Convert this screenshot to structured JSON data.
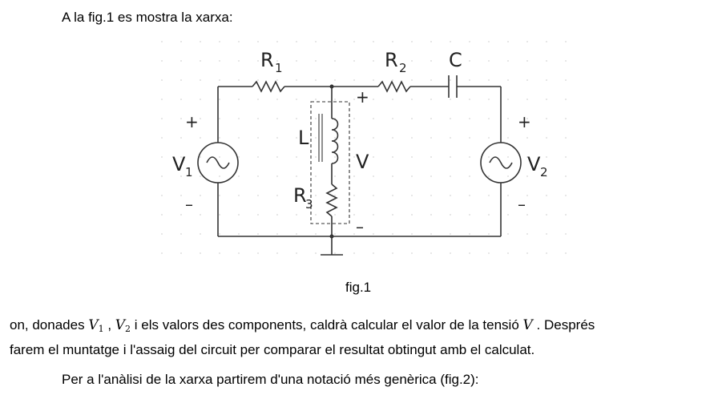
{
  "intro": "A la fig.1 es mostra la xarxa:",
  "figure": {
    "caption": "fig.1",
    "labels": {
      "r1": "R",
      "r1_sub": "1",
      "r2": "R",
      "r2_sub": "2",
      "c": "C",
      "l": "L",
      "r3": "R",
      "r3_sub": "3",
      "v1": "V",
      "v1_sub": "1",
      "v2": "V",
      "v2_sub": "2",
      "v": "V",
      "plus": "+",
      "minus": "–"
    }
  },
  "paragraph": {
    "part1": "on, donades ",
    "v": "V",
    "sub1": "1",
    "sep": " , ",
    "sub2": "2",
    "part2": " i els valors des components, caldrà calcular el valor de la tensió ",
    "part3": " . Després",
    "line2": "farem el muntatge i l'assaig del circuit per comparar el resultat obtingut amb el calculat."
  },
  "paragraph2": "Per a l'anàlisi de la xarxa partirem d'una notació més genèrica (fig.2):"
}
